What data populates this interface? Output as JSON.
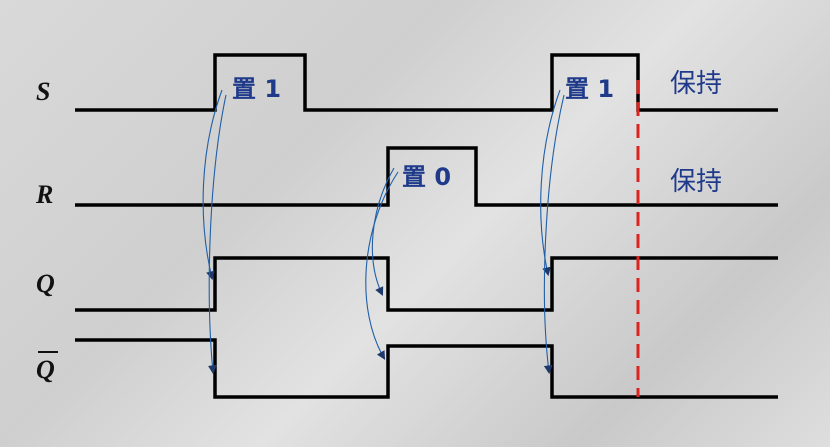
{
  "signals": {
    "s": "S",
    "r": "R",
    "q": "Q",
    "qbar": "Q"
  },
  "annotations": {
    "set1_a": "置 1",
    "reset0": "置 0",
    "set1_b": "置 1",
    "hold_s": "保持",
    "hold_r": "保持"
  },
  "colors": {
    "waveform": "#000000",
    "label_text": "#1f3a8a",
    "arrows": "#1f5fa8",
    "hold_marker": "#dd2222"
  }
}
